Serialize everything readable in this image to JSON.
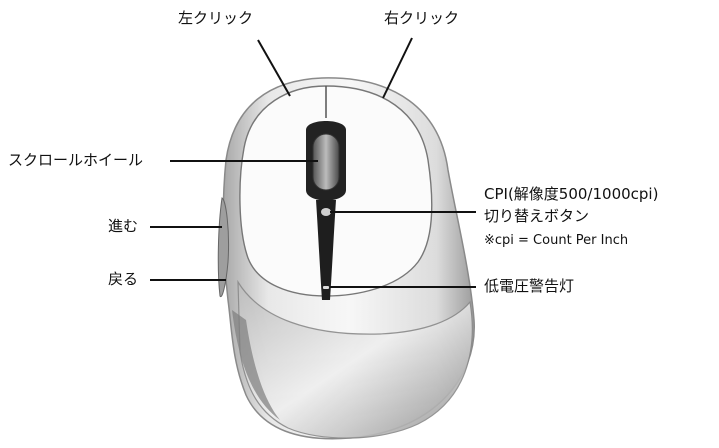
{
  "colors": {
    "background": "#ffffff",
    "body_light": "#f4f4f4",
    "body_mid": "#d9d9d9",
    "body_dark": "#9a9a9a",
    "wheel_housing": "#2a2a2a",
    "leader_line": "#111111"
  },
  "labels": {
    "left_click": "左クリック",
    "right_click": "右クリック",
    "scroll_wheel": "スクロールホイール",
    "forward": "進む",
    "back": "戻る",
    "cpi_line1": "CPI(解像度500/1000cpi)",
    "cpi_line2": "切り替えボタン",
    "cpi_note": "※cpi = Count Per Inch",
    "battery_warning": "低電圧警告灯"
  }
}
